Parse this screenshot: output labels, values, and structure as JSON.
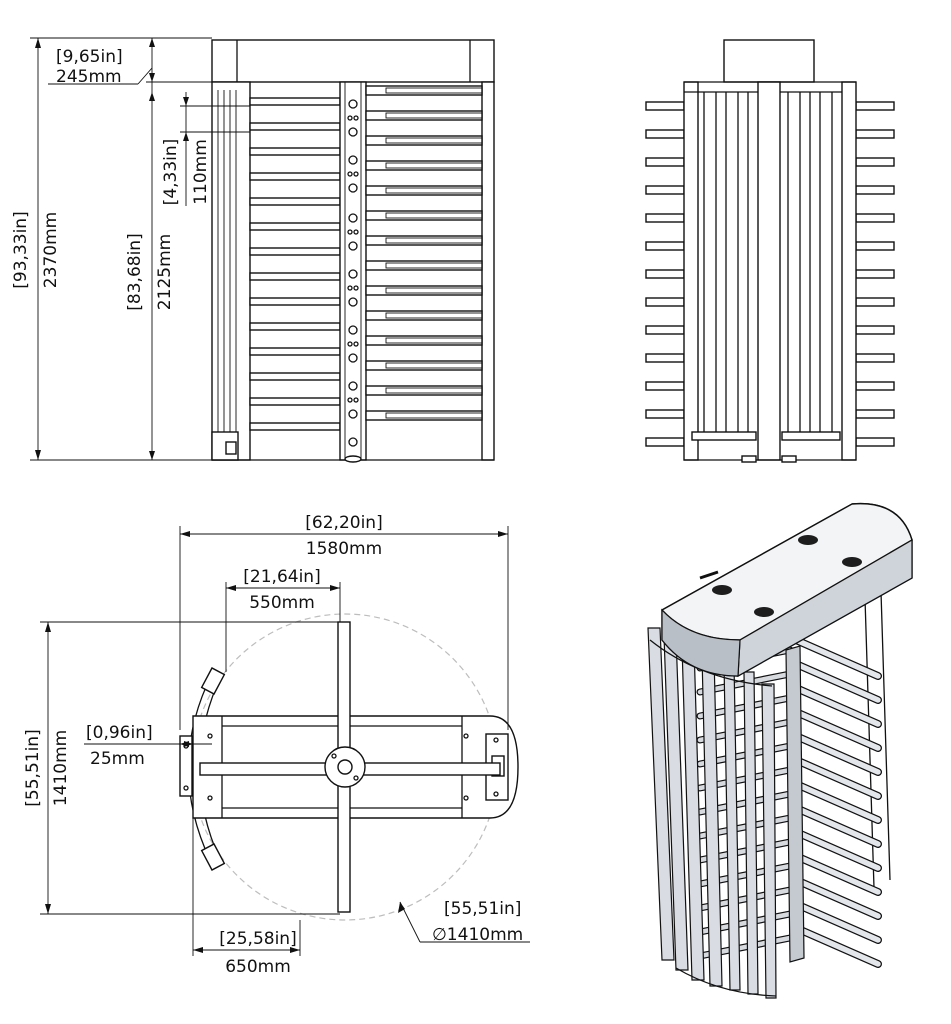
{
  "front_view": {
    "dim_top": {
      "inch": "[9,65in]",
      "mm": "245mm"
    },
    "dim_bar_spacing": {
      "inch": "[4,33in]",
      "mm": "110mm"
    },
    "dim_rotor_height": {
      "inch": "[83,68in]",
      "mm": "2125mm"
    },
    "dim_total_height": {
      "inch": "[93,33in]",
      "mm": "2370mm"
    }
  },
  "top_view": {
    "dim_total_width": {
      "inch": "[62,20in]",
      "mm": "1580mm"
    },
    "dim_arm_length": {
      "inch": "[21,64in]",
      "mm": "550mm"
    },
    "dim_offset": {
      "inch": "[0,96in]",
      "mm": "25mm"
    },
    "dim_depth": {
      "inch": "[55,51in]",
      "mm": "1410mm"
    },
    "dim_frame_width": {
      "inch": "[25,58in]",
      "mm": "650mm"
    },
    "dim_diameter": {
      "inch": "[55,51in]",
      "mm": "∅1410mm"
    }
  },
  "colors": {
    "line": "#111111",
    "reference_circle": "#bdbdbd",
    "metal": "#d9dde3",
    "metal_dark": "#9aa1aa"
  }
}
